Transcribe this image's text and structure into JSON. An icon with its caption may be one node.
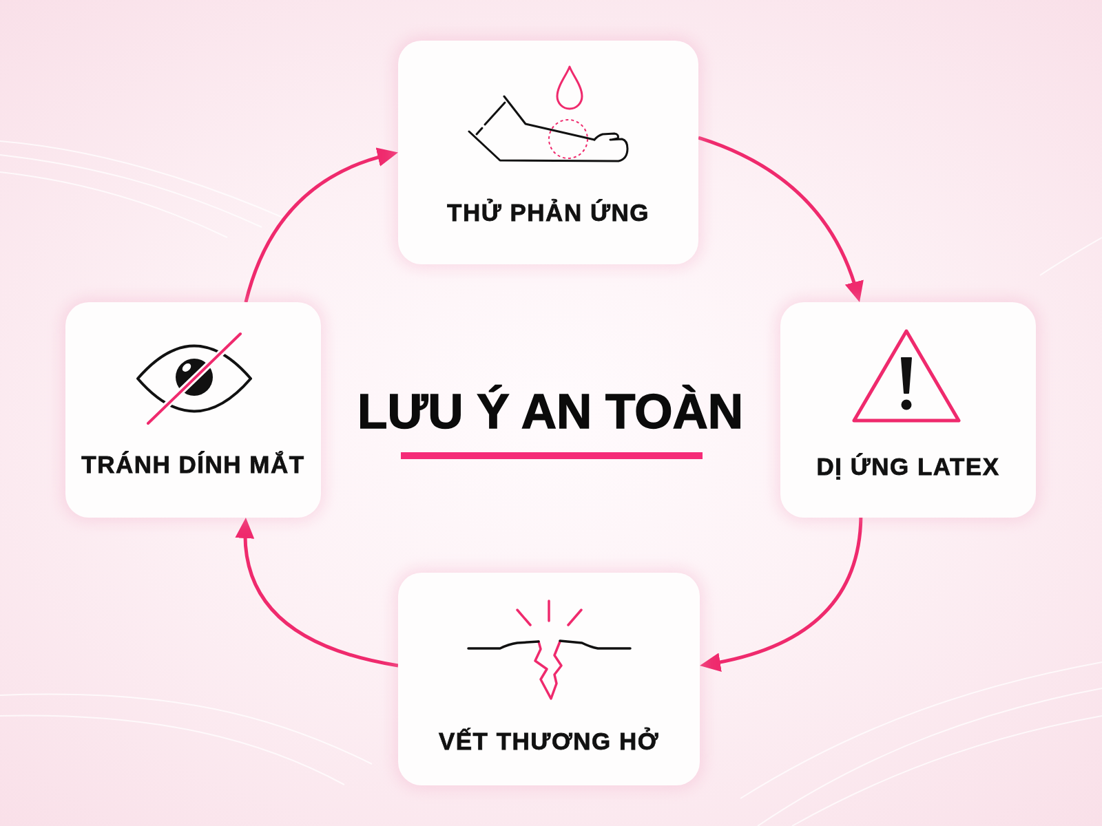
{
  "diagram": {
    "title": "LƯU Ý AN TOÀN",
    "nodes": [
      {
        "text": [
          "THỬ PHẢN ỨNG"
        ]
      },
      {
        "text": [
          "TRÁNH DÍNH MẮT"
        ]
      },
      {
        "text": [
          "DỊ ỨNG LATEX"
        ]
      },
      {
        "text": [
          "VẾT THƯƠNG HỞ"
        ]
      }
    ],
    "edges": [
      {
        "from": 0,
        "to": 2,
        "arrow": "to"
      },
      {
        "from": 2,
        "to": 3,
        "arrow": "to"
      },
      {
        "from": 3,
        "to": 1,
        "arrow": "to"
      },
      {
        "from": 1,
        "to": 0,
        "arrow": "to"
      }
    ]
  }
}
